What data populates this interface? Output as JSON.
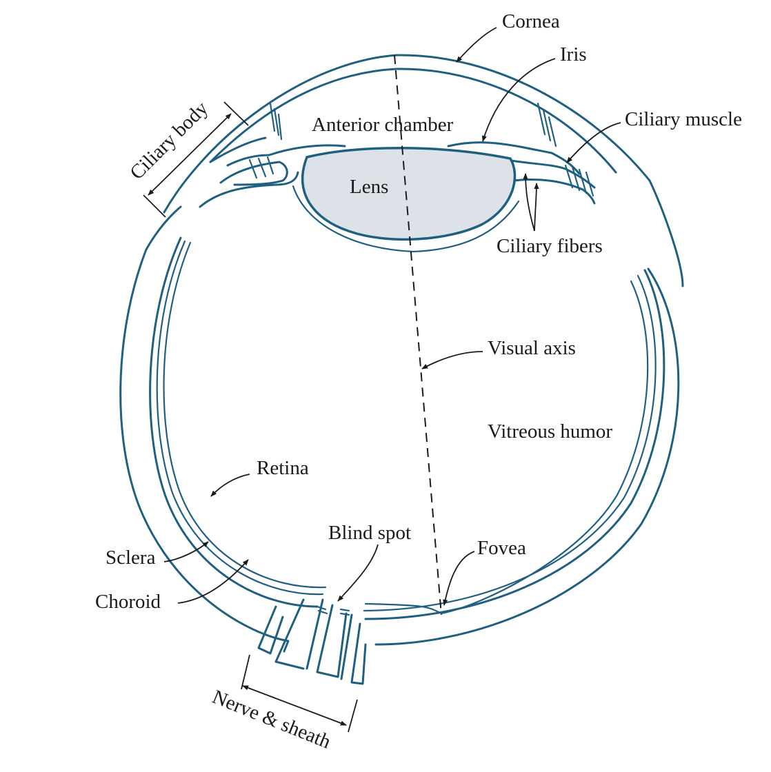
{
  "labels": {
    "cornea": "Cornea",
    "iris": "Iris",
    "ciliary_muscle": "Ciliary muscle",
    "ciliary_body": "Ciliary body",
    "anterior_chamber": "Anterior chamber",
    "lens": "Lens",
    "ciliary_fibers": "Ciliary fibers",
    "visual_axis": "Visual axis",
    "vitreous_humor": "Vitreous humor",
    "retina": "Retina",
    "blind_spot": "Blind spot",
    "fovea": "Fovea",
    "sclera": "Sclera",
    "choroid": "Choroid",
    "nerve_sheath": "Nerve & sheath"
  },
  "colors": {
    "outline": "#1f5f80",
    "lens_fill": "#dde2e8",
    "text": "#1a1a1a"
  }
}
